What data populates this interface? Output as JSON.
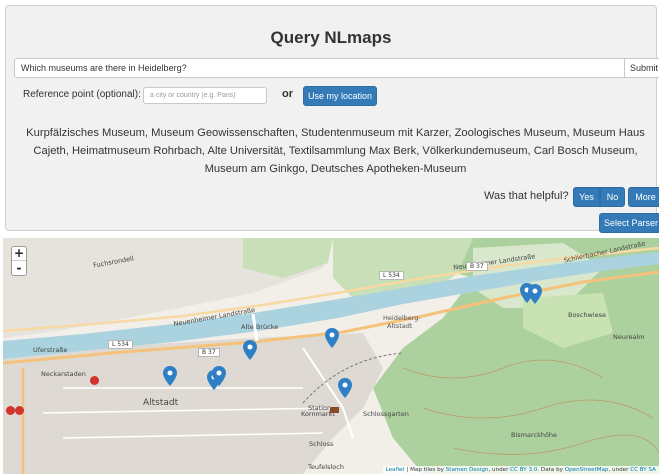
{
  "header": {
    "title": "Query NLmaps"
  },
  "query": {
    "value": "Which museums are there in Heidelberg?",
    "submit_label": "Submit"
  },
  "reference": {
    "label": "Reference point (optional):",
    "placeholder": "a city or country (e.g. Paris)",
    "or_label": "or",
    "use_location_label": "Use my location"
  },
  "answer": {
    "text": "Kurpfälzisches Museum, Museum Geowissenschaften, Studentenmuseum mit Karzer, Zoologisches Museum, Museum Haus Cajeth, Heimatmuseum Rohrbach, Alte Universität, Textilsammlung Max Berk, Völkerkundemuseum, Carl Bosch Museum, Museum am Ginkgo, Deutsches Apotheken-Museum"
  },
  "feedback": {
    "question": "Was that helpful?",
    "yes_label": "Yes",
    "no_label": "No",
    "more_label": "More",
    "select_parser_label": "Select Parser"
  },
  "map": {
    "zoom_in": "+",
    "zoom_out": "-",
    "labels": {
      "fuchsrondell": "Fuchsrondell",
      "neuenheimer": "Neuenheimer Landstraße",
      "alte_bruecke": "Alte Brücke",
      "heidelberg_altstadt_1": "Heidelberg-",
      "heidelberg_altstadt_2": "Altstadt",
      "altstadt": "Altstadt",
      "uferstrasse": "Uferstraße",
      "neckarstaden": "Neckarstaden",
      "kornmarkt": "Kornmarkt",
      "schloss": "Schloss",
      "schlossgarten": "Schlossgarten",
      "bismarckhoehe": "Bismarckhöhe",
      "boschwiese": "Boschwiese",
      "neuenheimer_top": "Neuenheimer Landstraße",
      "schlierbacher": "Schlierbacher Landstraße",
      "station": "Station",
      "teufelsloch": "Teufelsloch",
      "neurealm": "Neurealm"
    },
    "roads": {
      "l534_a": "L 534",
      "l534_b": "L 534",
      "b37_a": "B 37",
      "b37_b": "B 37"
    },
    "attribution": {
      "leaflet": "Leaflet",
      "text1": " | Map tiles by ",
      "stamen": "Stamen Design",
      "text2": ", under ",
      "ccby": "CC BY 3.0",
      "text3": ". Data by ",
      "osm": "OpenStreetMap",
      "text4": ", under ",
      "ccbysa": "CC BY SA"
    }
  },
  "colors": {
    "primary_button": "#337ab7",
    "river": "#aad3df",
    "forest": "#add19e",
    "marker": "#2f7fc6"
  }
}
